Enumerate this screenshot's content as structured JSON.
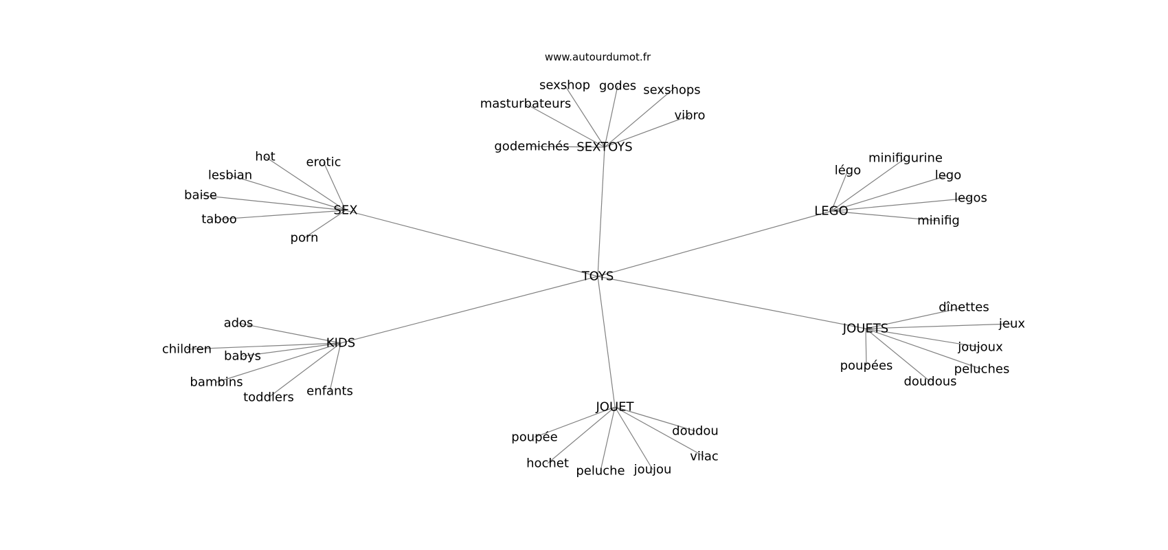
{
  "source_label": "www.autourdumot.fr",
  "colors": {
    "edge": "#808080",
    "text": "#000000",
    "background": "#ffffff"
  },
  "center": "TOYS",
  "clusters": [
    {
      "hub": "SEXTOYS",
      "words": [
        "sexshop",
        "godes",
        "sexshops",
        "masturbateurs",
        "vibro",
        "godemichés"
      ]
    },
    {
      "hub": "SEX",
      "words": [
        "hot",
        "erotic",
        "lesbian",
        "baise",
        "taboo",
        "porn"
      ]
    },
    {
      "hub": "LEGO",
      "words": [
        "minifigurine",
        "légo",
        "lego",
        "legos",
        "minifig"
      ]
    },
    {
      "hub": "KIDS",
      "words": [
        "ados",
        "children",
        "babys",
        "bambins",
        "toddlers",
        "enfants"
      ]
    },
    {
      "hub": "JOUETS",
      "words": [
        "dînettes",
        "jeux",
        "joujoux",
        "poupées",
        "peluches",
        "doudous"
      ]
    },
    {
      "hub": "JOUET",
      "words": [
        "poupée",
        "doudou",
        "vilac",
        "hochet",
        "peluche",
        "joujou"
      ]
    }
  ]
}
